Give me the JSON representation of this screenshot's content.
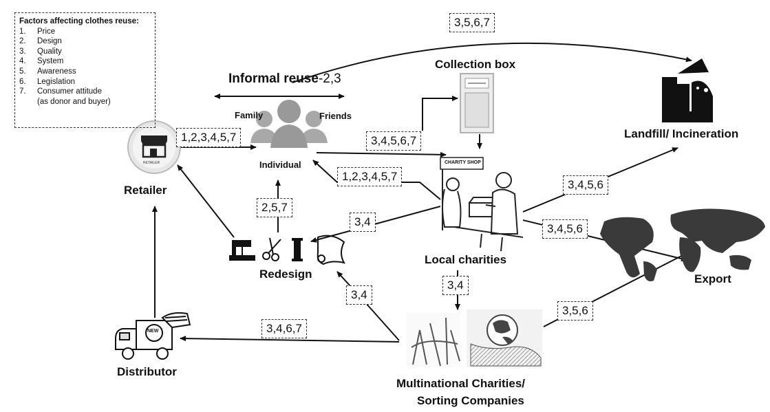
{
  "legend": {
    "title": "Factors affecting clothes reuse:",
    "items": [
      {
        "num": "1.",
        "text": "Price"
      },
      {
        "num": "2.",
        "text": "Design"
      },
      {
        "num": "3.",
        "text": "Quality"
      },
      {
        "num": "4.",
        "text": "System"
      },
      {
        "num": "5.",
        "text": "Awareness"
      },
      {
        "num": "6.",
        "text": "Legislation"
      },
      {
        "num": "7.",
        "text": "Consumer attitude"
      }
    ],
    "note": "(as donor and buyer)"
  },
  "nodes": {
    "informal_reuse_prefix": "Informal reuse",
    "informal_reuse_suffix": "-2,3",
    "collection_box": "Collection box",
    "landfill": "Landfill/ Incineration",
    "family": "Family",
    "friends": "Friends",
    "individual": "Individual",
    "retailer": "Retailer",
    "retailer_sign": "RETAILER",
    "shop_sign": "CHARITY SHOP",
    "redesign": "Redesign",
    "local_charities": "Local charities",
    "export": "Export",
    "distributor": "Distributor",
    "truck_logo": "NEW",
    "multinational_line1": "Multinational Charities/",
    "multinational_line2": "Sorting Companies"
  },
  "flow_labels": {
    "to_landfill_top": "3,5,6,7",
    "retailer_to_individual": "1,2,3,4,5,7",
    "individual_to_collection": "3,4,5,6,7",
    "charities_to_individual": "1,2,3,4,5,7",
    "redesign_to_individual": "2,5,7",
    "charities_to_redesign": "3,4",
    "charities_to_landfill": "3,4,5,6",
    "charities_to_export": "3,4,5,6",
    "charities_to_multinational": "3,4",
    "multinational_to_redesign": "3,4",
    "multinational_to_distributor": "3,4,6,7",
    "multinational_to_export": "3,5,6"
  }
}
